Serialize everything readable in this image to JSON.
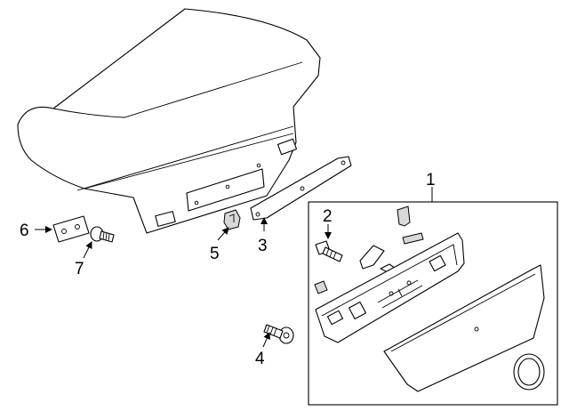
{
  "callouts": [
    {
      "id": "1",
      "text": "1"
    },
    {
      "id": "2",
      "text": "2"
    },
    {
      "id": "3",
      "text": "3"
    },
    {
      "id": "4",
      "text": "4"
    },
    {
      "id": "5",
      "text": "5"
    },
    {
      "id": "6",
      "text": "6"
    },
    {
      "id": "7",
      "text": "7"
    }
  ],
  "parts": [
    {
      "callout": "1",
      "name": "trunk-lid-finish-panel-assembly"
    },
    {
      "callout": "2",
      "name": "bolt"
    },
    {
      "callout": "3",
      "name": "molding"
    },
    {
      "callout": "4",
      "name": "bolt"
    },
    {
      "callout": "5",
      "name": "clip"
    },
    {
      "callout": "6",
      "name": "hinge-bracket"
    },
    {
      "callout": "7",
      "name": "bolt"
    }
  ]
}
